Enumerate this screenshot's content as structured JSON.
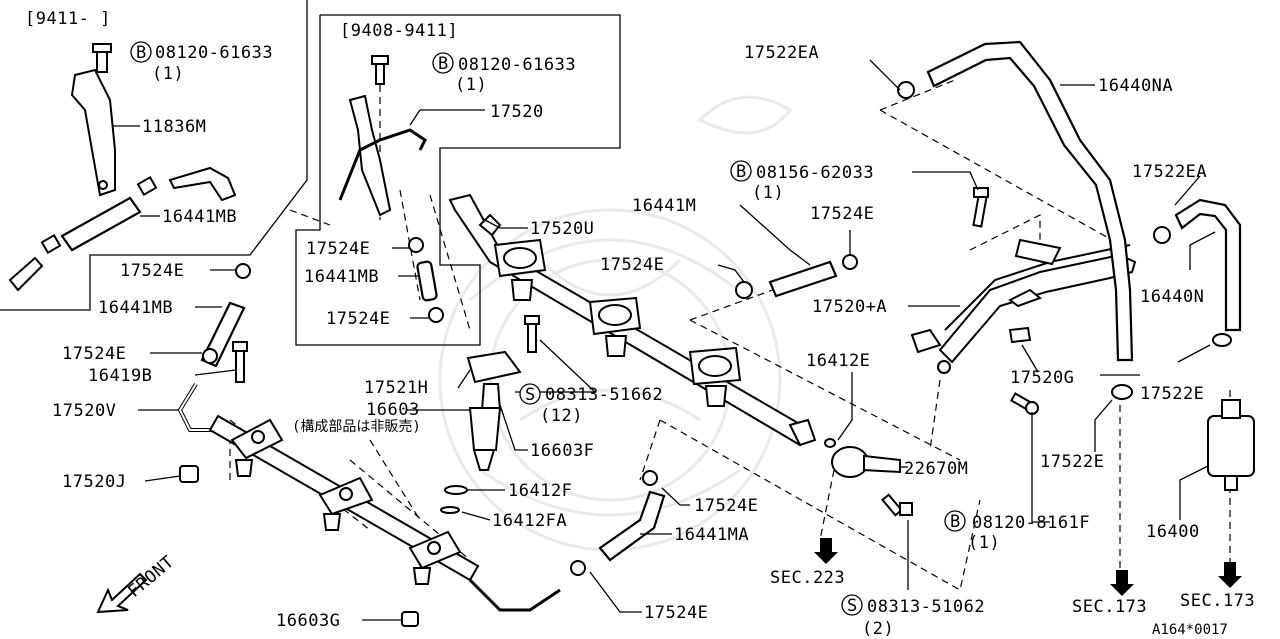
{
  "brackets": {
    "r1": "[9411-     ]",
    "r2": "[9408-9411]"
  },
  "labels": {
    "b1": "08120-61633",
    "b1q": "(1)",
    "m11836": "11836M",
    "h16441mb_a": "16441MB",
    "c17524e_a": "17524E",
    "h16441mb_b": "16441MB",
    "c17524e_b": "17524E",
    "b19": "16419B",
    "v17520": "17520V",
    "j17520": "17520J",
    "g16603": "16603G",
    "front": "FRONT",
    "b2": "08120-61633",
    "b2q": "(1)",
    "t17520": "17520",
    "c17524e_c": "17524E",
    "h16441mb_c": "16441MB",
    "c17524e_d": "17524E",
    "u17520": "17520U",
    "h21_17521": "17521H",
    "i16603": "16603",
    "i16603n": "(構成部品は非販売)",
    "s1": "08313-51662",
    "s1q": "(12)",
    "f16603": "16603F",
    "o16412f": "16412F",
    "o16412fa": "16412FA",
    "c17524e_e": "17524E",
    "h16441ma": "16441MA",
    "c17524e_f": "17524E",
    "sec223": "SEC.223",
    "s2": "08313-51062",
    "s2q": "(2)",
    "m16441": "16441M",
    "c17524e_g": "17524E",
    "c17524e_h": "17524E",
    "b3": "08156-62033",
    "b3q": "(1)",
    "a17520": "17520+A",
    "e16412": "16412E",
    "r22670": "22670M",
    "b4": "08120-8161F",
    "b4q": "(1)",
    "g17520": "17520G",
    "ea17522_a": "17522EA",
    "na16440": "16440NA",
    "ea17522_b": "17522EA",
    "n16440": "16440N",
    "e17522_a": "17522E",
    "e17522_b": "17522E",
    "f16400": "16400",
    "sec173a": "SEC.173",
    "sec173b": "SEC.173",
    "code": "A164*0017"
  },
  "markers": {
    "B": "B",
    "S": "S"
  }
}
